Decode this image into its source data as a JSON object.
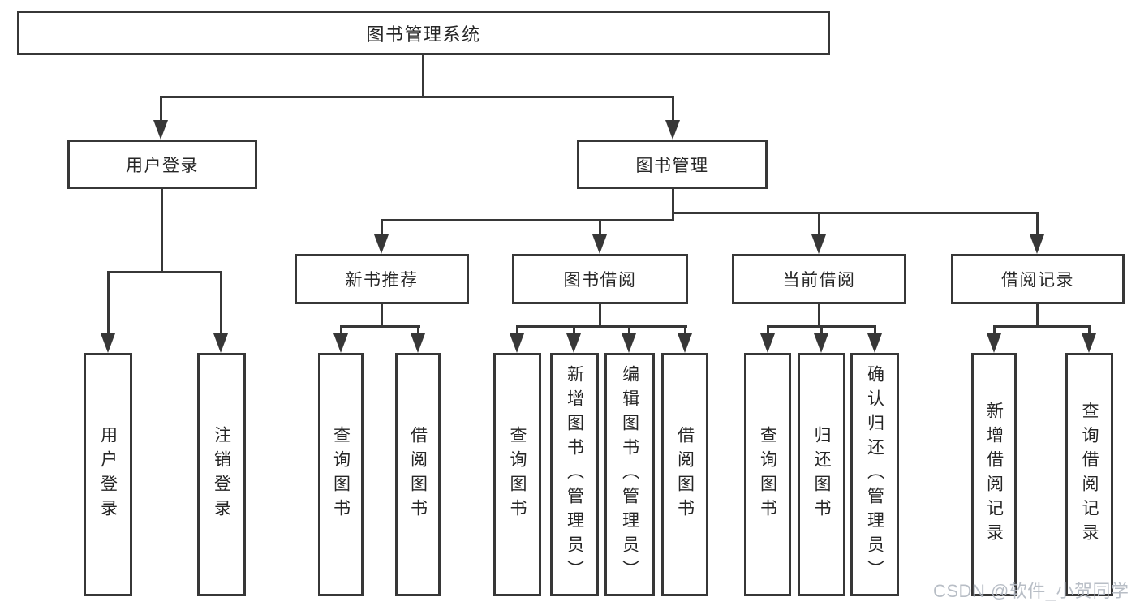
{
  "colors": {
    "line": "#373737",
    "box_border": "#373737",
    "text": "#262626",
    "background": "#ffffff",
    "watermark": "#b3b9c2"
  },
  "watermark": {
    "text": "CSDN @软件_小贺同学"
  },
  "tree": {
    "root": {
      "label": "图书管理系统",
      "children": [
        {
          "label": "用户登录",
          "leaves": [
            "用户登录",
            "注销登录"
          ]
        },
        {
          "label": "图书管理",
          "children": [
            {
              "label": "新书推荐",
              "leaves": [
                "查询图书",
                "借阅图书"
              ]
            },
            {
              "label": "图书借阅",
              "leaves": [
                "查询图书",
                "新增图书（管理员）",
                "编辑图书（管理员）",
                "借阅图书"
              ]
            },
            {
              "label": "当前借阅",
              "leaves": [
                "查询图书",
                "归还图书",
                "确认归还（管理员）"
              ]
            },
            {
              "label": "借阅记录",
              "leaves": [
                "新增借阅记录",
                "查询借阅记录"
              ]
            }
          ]
        }
      ]
    }
  }
}
